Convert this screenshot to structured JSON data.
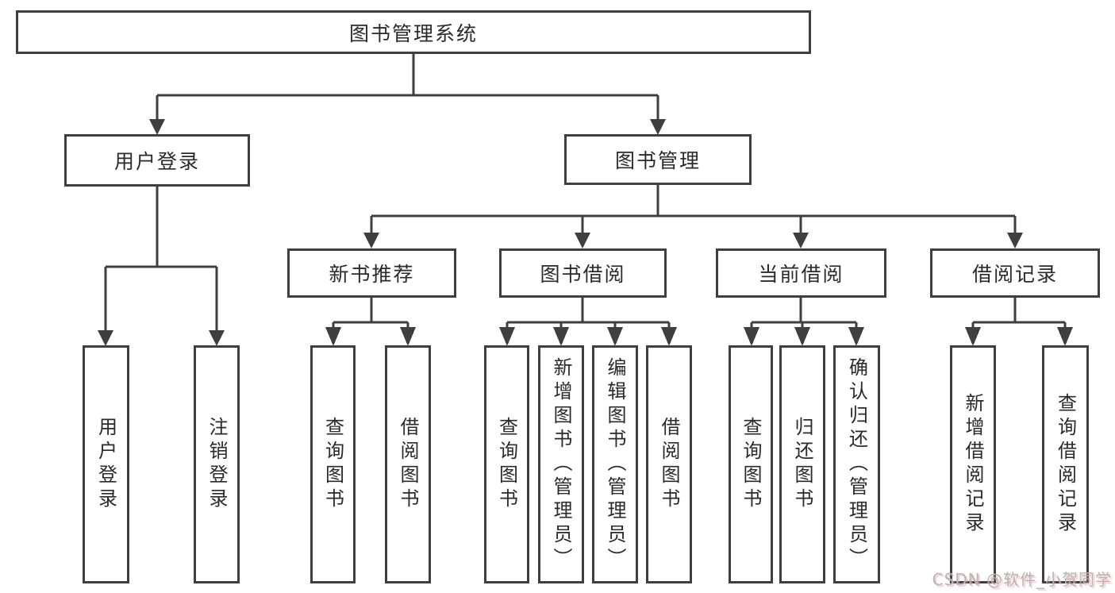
{
  "diagram": {
    "title_node": {
      "label": "图书管理系统"
    },
    "level2": [
      {
        "label": "用户登录"
      },
      {
        "label": "图书管理"
      }
    ],
    "level3": [
      {
        "label": "新书推荐"
      },
      {
        "label": "图书借阅"
      },
      {
        "label": "当前借阅"
      },
      {
        "label": "借阅记录"
      }
    ],
    "level4": [
      {
        "label": "用户登录"
      },
      {
        "label": "注销登录"
      },
      {
        "label": "查询图书"
      },
      {
        "label": "借阅图书"
      },
      {
        "label": "查询图书"
      },
      {
        "label": "新增图书（管理员）"
      },
      {
        "label": "编辑图书（管理员）"
      },
      {
        "label": "借阅图书"
      },
      {
        "label": "查询图书"
      },
      {
        "label": "归还图书"
      },
      {
        "label": "确认归还（管理员）"
      },
      {
        "label": "新增借阅记录"
      },
      {
        "label": "查询借阅记录"
      }
    ]
  },
  "watermark": {
    "text": "CSDN @软件_小贺同学"
  },
  "colors": {
    "background": "#ffffff",
    "line": "#3f3f3f",
    "box_border": "#3f3f3f",
    "text": "#2a2a2a",
    "watermark_text": "#b5b5b5",
    "watermark_shadow": "#f29696"
  }
}
